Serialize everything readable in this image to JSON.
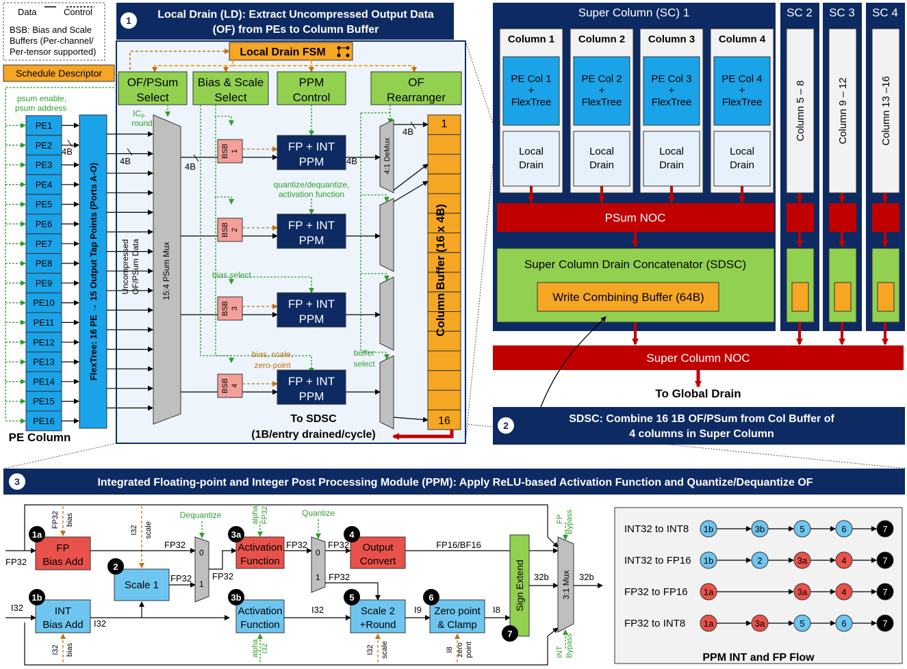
{
  "legend": {
    "data_label": "Data",
    "control_label": "Control",
    "bsb_note_line1": "BSB: Bias and Scale",
    "bsb_note_line2": "Buffers (Per-channel/",
    "bsb_note_line3": "Per-tensor supported)"
  },
  "schedule_descriptor": "Schedule Descriptor",
  "ld_header": {
    "number": "1",
    "line1": "Local Drain (LD): Extract Uncompressed Output Data",
    "line2": "(OF) from PEs to Column Buffer"
  },
  "local_drain_fsm": "Local Drain FSM",
  "ld_blocks": {
    "of_psum_select": [
      "OF/PSum",
      "Select"
    ],
    "bias_scale_select": [
      "Bias & Scale",
      "Select"
    ],
    "ppm_control": [
      "PPM",
      "Control"
    ],
    "of_rearranger": [
      "OF",
      "Rearranger"
    ]
  },
  "pe_column": {
    "psum_enable": "psum enable,",
    "psum_address": "psum address",
    "pes": [
      "PE1",
      "PE2",
      "PE3",
      "PE4",
      "PE5",
      "PE6",
      "PE7",
      "PE8",
      "PE9",
      "PE10",
      "PE11",
      "PE12",
      "PE13",
      "PE14",
      "PE15",
      "PE16"
    ],
    "caption": "PE Column"
  },
  "flextree_label": "FlexTree: 16 PE → 15 Output Tap Points (Ports A-O)",
  "width_4b": "4B",
  "ic_label": "IC",
  "ic_sub": "P",
  "round_label": "round",
  "uncompressed_line1": "Uncompressed",
  "uncompressed_line2": "OF/PSum Data",
  "psum_mux_label": "15:4 PSum Mux",
  "bsb_label": "BSB",
  "bsb_numbers": [
    "1",
    "2",
    "3",
    "4"
  ],
  "fp_int_ppm": [
    "FP + INT",
    "PPM"
  ],
  "ld_notes": {
    "quantize_line1": "quantize/dequantize,",
    "quantize_line2": "activation function",
    "bias_select": "bias select",
    "bias_scale_line1": "bias, scale,",
    "bias_scale_line2": "zero-point",
    "buffer_select_line1": "buffer",
    "buffer_select_line2": "select"
  },
  "demux_label": "4:1 DeMux",
  "column_buffer": {
    "label": "Column Buffer (16 x 4B)",
    "first": "1",
    "last": "16"
  },
  "to_sdsc_line1": "To SDSC",
  "to_sdsc_line2": "(1B/entry drained/cycle)",
  "super_column": {
    "title": "Super Column (SC) 1",
    "columns": [
      "Column 1",
      "Column 2",
      "Column 3",
      "Column 4"
    ],
    "pe_col": [
      [
        "PE Col 1",
        "+",
        "FlexTree"
      ],
      [
        "PE Col 2",
        "+",
        "FlexTree"
      ],
      [
        "PE Col 3",
        "+",
        "FlexTree"
      ],
      [
        "PE Col 4",
        "+",
        "FlexTree"
      ]
    ],
    "local_drain": [
      "Local",
      "Drain"
    ],
    "psum_noc": "PSum NOC",
    "sdsc": "Super Column Drain Concatenator (SDSC)",
    "wcb": "Write Combining Buffer (64B)",
    "sc_titles": [
      "SC 2",
      "SC 3",
      "SC 4"
    ],
    "sc_columns": [
      "Column 5 – 8",
      "Column 9 – 12",
      "Column 13 –16"
    ],
    "super_column_noc": "Super Column NOC",
    "to_global_drain": "To Global Drain"
  },
  "sdsc_header": {
    "number": "2",
    "line1": "SDSC: Combine 16 1B OF/PSum from Col Buffer of",
    "line2": "4 columns in Super Column"
  },
  "ppm_header": {
    "number": "3",
    "text": "Integrated Floating-point and Integer Post Processing Module (PPM): Apply ReLU-based Activation Function and Quantize/Dequantize OF"
  },
  "ppm": {
    "fp32": "FP32",
    "i32": "I32",
    "bias": "bias",
    "scale": "scale",
    "dequantize": "Dequantize",
    "quantize": "Quantize",
    "alpha": "alpha",
    "fp_bias_add": [
      "FP",
      "Bias Add"
    ],
    "int_bias_add": [
      "INT",
      "Bias Add"
    ],
    "scale1": "Scale 1",
    "act_fp": [
      "Activation",
      "Function"
    ],
    "act_int": [
      "Activation",
      "Function"
    ],
    "output_convert": [
      "Output",
      "Convert"
    ],
    "scale2": [
      "Scale 2",
      "+Round"
    ],
    "zero_point": [
      "Zero point",
      "& Clamp"
    ],
    "sign_extend": "Sign Extend",
    "mux31": "3:1 Mux",
    "fp_bypass": [
      "FP",
      "Bypass"
    ],
    "int_bypass": [
      "INT",
      "Bypass"
    ],
    "fp16bf16": "FP16/BF16",
    "i9": "I9",
    "i8": "I8",
    "w32b": "32b",
    "zero": [
      "zero",
      "point"
    ],
    "mux_in0": "0",
    "mux_in1": "1",
    "badges": [
      "1a",
      "1b",
      "2",
      "3a",
      "3b",
      "4",
      "5",
      "6",
      "7"
    ]
  },
  "flow_table": {
    "title": "PPM INT and FP Flow",
    "rows": [
      {
        "label": "INT32 to INT8",
        "steps": [
          [
            "1b",
            "blue",
            1035
          ],
          [
            "3b",
            "blue",
            1110
          ],
          [
            "5",
            "blue",
            1172
          ],
          [
            "6",
            "blue",
            1233
          ],
          [
            "7",
            "black",
            1293
          ]
        ]
      },
      {
        "label": "INT32 to FP16",
        "steps": [
          [
            "1b",
            "blue",
            1035
          ],
          [
            "2",
            "blue",
            1110
          ],
          [
            "3a",
            "red",
            1172
          ],
          [
            "4",
            "red",
            1233
          ],
          [
            "7",
            "black",
            1293
          ]
        ]
      },
      {
        "label": "FP32 to FP16",
        "steps": [
          [
            "1a",
            "red",
            1035
          ],
          [
            "3a",
            "red",
            1172
          ],
          [
            "4",
            "red",
            1233
          ],
          [
            "7",
            "black",
            1293
          ]
        ]
      },
      {
        "label": "FP32 to INT8",
        "steps": [
          [
            "1a",
            "red",
            1035
          ],
          [
            "3a",
            "red",
            1110
          ],
          [
            "5",
            "blue",
            1172
          ],
          [
            "6",
            "blue",
            1233
          ],
          [
            "7",
            "black",
            1293
          ]
        ]
      }
    ]
  },
  "colors": {
    "navy": "#0d2a63",
    "blue_box": "#1aa3e8",
    "light_blue": "#6ec6f0",
    "green_box": "#92d050",
    "orange": "#f5a623",
    "red_noc": "#c00000",
    "salmon": "#f4a09a",
    "red_box": "#e8524a",
    "gray": "#bfbfbf",
    "green_line": "#2ca02c",
    "brown_line": "#c07010"
  }
}
